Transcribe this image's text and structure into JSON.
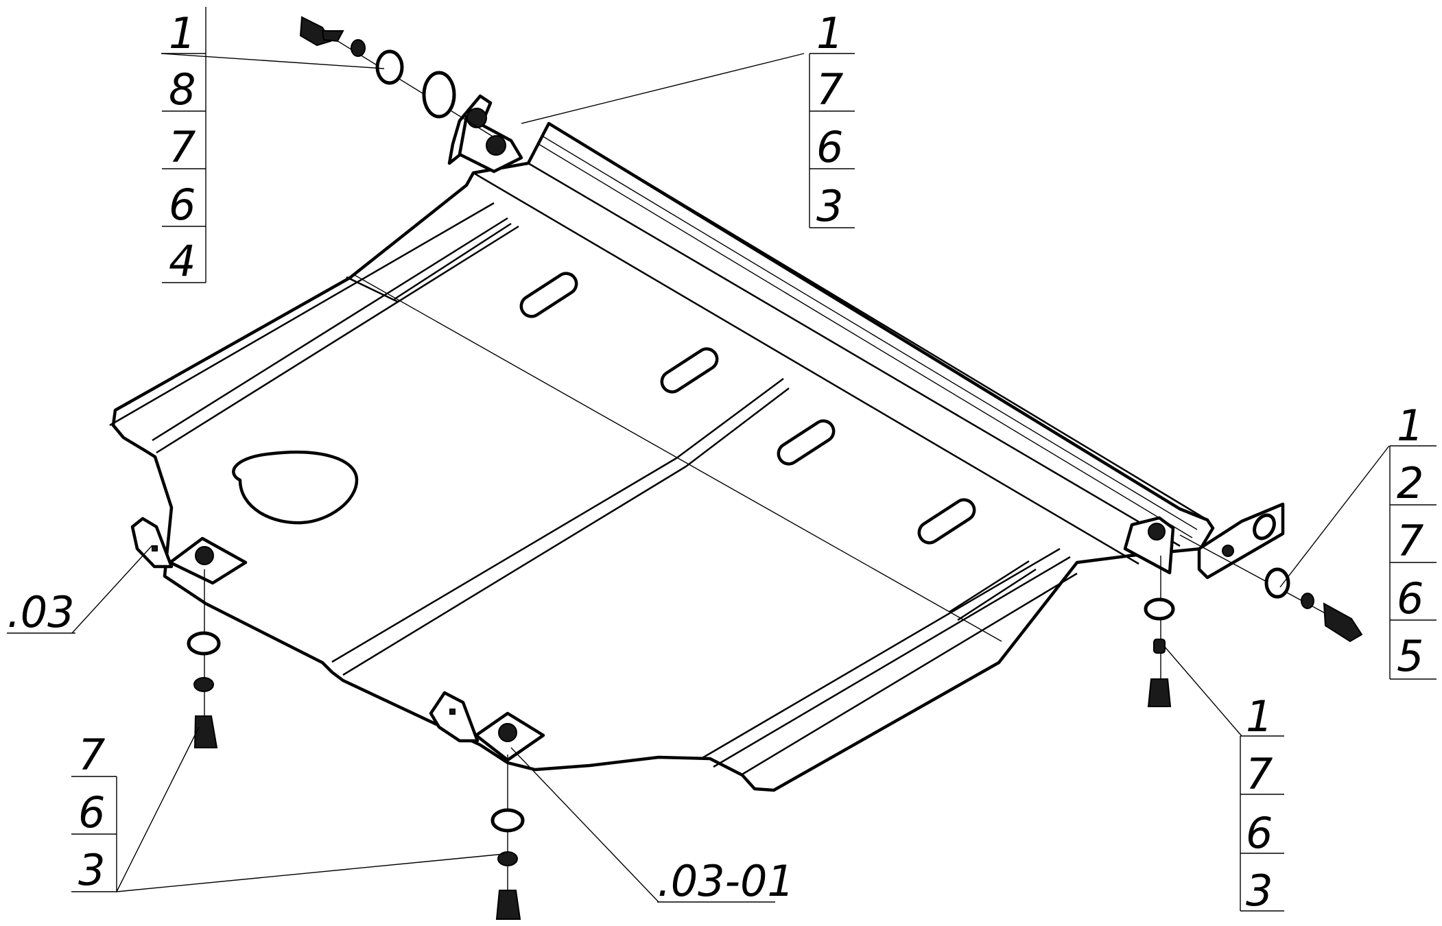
{
  "callouts": {
    "top_left": [
      "1",
      "8",
      "7",
      "6",
      "4"
    ],
    "top_center": [
      "1",
      "7",
      "6",
      "3"
    ],
    "right": [
      "1",
      "2",
      "7",
      "6",
      "5"
    ],
    "bottom_right": [
      "1",
      "7",
      "6",
      "3"
    ],
    "bottom_left": [
      "7",
      "6",
      "3"
    ]
  },
  "part_labels": {
    "left_bracket": ".03",
    "center_bracket": ".03-01"
  }
}
